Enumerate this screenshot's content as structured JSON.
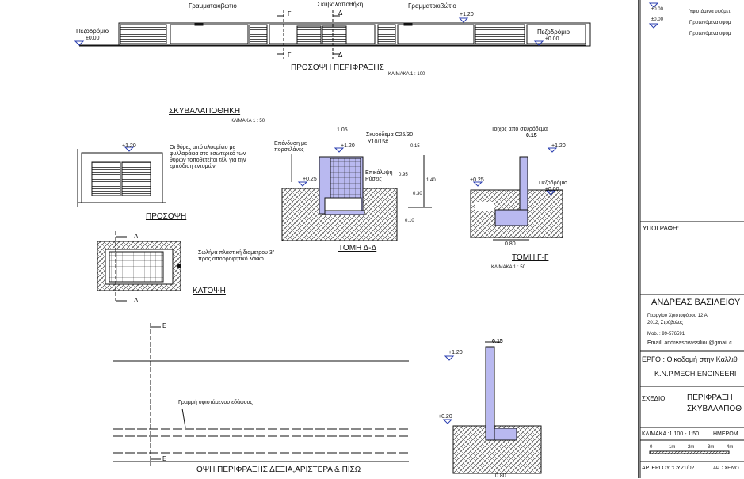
{
  "elevation": {
    "labels": {
      "mailbox": "Γραμματοκιβώτιο",
      "garbage": "Σκυβαλαποθήκη",
      "sidewalk": "Πεζοδρόμιο",
      "zero": "±0.00",
      "top": "+1.20",
      "g": "Γ",
      "d": "Δ"
    },
    "title": "ΠΡΟΣΟΨΗ ΠΕΡΙΦΡΑΞΗΣ",
    "scale": "ΚΛΙΜΑΚΑ 1 : 100"
  },
  "garbage": {
    "title": "ΣΚΥΒΑΛΑΠΟΘΗΚΗ",
    "scale": "ΚΛΙΜΑΚΑ 1 : 50",
    "front_title": "ΠΡΟΣΟΨΗ",
    "front_level": "+1.20",
    "front_note": "Οι θύρες από αλουμίνιο με φυλλαράκια στο εσωτερικό των θυρών τοποθετείται τέλι για την εμπόδιση εντομών",
    "plan_title": "ΚΑΤΟΨΗ",
    "plan_note": "Σωλήνα πλαστική διαμετρου 3\" προς απορροφητικό λάκκο",
    "plan_marker": "Δ"
  },
  "section_dd": {
    "title": "ΤΟΜΗ Δ-Δ",
    "dim_top": "1.05",
    "concrete": "Σκυρόδεμα C25/30",
    "rebar": "Υ10/15#",
    "cladding": "Επένδυση με πορσελάνες",
    "cover": "Επικάλυψη Ρύσεις",
    "level_top": "+1.20",
    "level_ground": "+0.25",
    "dims": [
      "0.15",
      "0.95",
      "0.30",
      "0.10"
    ],
    "dim_total": "1.40"
  },
  "section_gg": {
    "title": "ΤΟΜΗ Γ-Γ",
    "scale": "ΚΛΙΜΑΚΑ 1 : 50",
    "wall_note": "Τοίχος απο σκυρόδεμα",
    "dim_wall": "0.15",
    "level_top": "+1.20",
    "level_ground": "+0.25",
    "sidewalk": "Πεζοδρόμιο",
    "zero": "±0.00",
    "dim_base": "0.80"
  },
  "side_elevation": {
    "title": "ΟΨΗ ΠΕΡΙΦΡΑΞΗΣ ΔΕΞΙΑ,ΑΡΙΣΤΕΡΑ & ΠΙΣΩ",
    "ground_note": "Γραμμή υφιστάμενου εδάφους",
    "marker": "Ε"
  },
  "section_ee": {
    "dim_wall": "0.15",
    "level_top": "+1.20",
    "level_ground": "+0.20",
    "dim_base": "0.80"
  },
  "title_block": {
    "legend": [
      {
        "level": "±0.00",
        "text": "Υφιστάμενα υψόμετ"
      },
      {
        "level": "±0.00",
        "text": "Προτεινόμενα υψόμ"
      },
      {
        "level": "",
        "text": "Προτεινόμενα υψόμ"
      }
    ],
    "signature_label": "ΥΠΟΓΡΑΦΗ:",
    "engineer_name": "ΑΝΔΡΕΑΣ ΒΑΣΙΛΕΙΟΥ",
    "address_1": "Γεωργίου Χριστοφόρου 12 Α",
    "address_2": "2012, Στρόβολος",
    "mobile": "Mob. : 99-576591",
    "email": "Email: andreaspvassiliou@gmail.c",
    "project": "ΕΡΓΟ : Οικοδομή στην Καλλιθ",
    "client": "K.N.P.MECH.ENGINEERI",
    "drawing_label": "ΣΧΕΔΙΟ:",
    "drawing_line_1": "ΠΕΡΙΦΡΑΞΗ",
    "drawing_line_2": "ΣΚΥΒΑΛΑΠΟΘ",
    "scale": "ΚΛΙΜΑΚΑ :1:100 - 1:50",
    "date_label": "ΗΜΕΡΟΜ",
    "bar_ticks": [
      "0",
      "1m",
      "2m",
      "3m",
      "4m"
    ],
    "project_no": "ΑΡ. ΕΡΓΟΥ :CY21/02T",
    "drawing_no": "ΑΡ. ΣΧΕΔ/Ο"
  },
  "colors": {
    "fill": "#b9b9f0",
    "line": "#111111",
    "level_marker": "#2b3fb0"
  }
}
